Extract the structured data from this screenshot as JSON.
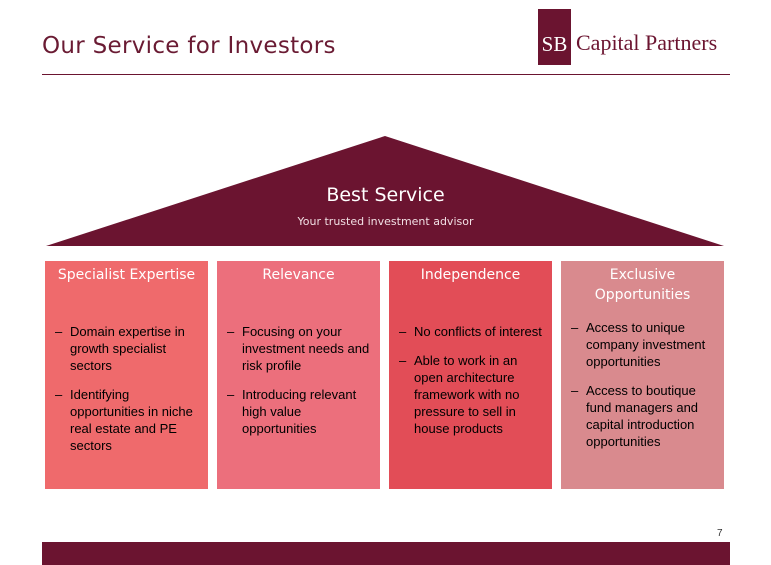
{
  "header": {
    "title": "Our Service for Investors",
    "logo_mark": "SB",
    "logo_text": "Capital Partners"
  },
  "roof": {
    "title": "Best Service",
    "subtitle": "Your trusted investment advisor"
  },
  "pillars": [
    {
      "title": "Specialist Expertise",
      "bullets": [
        "Domain expertise in growth specialist sectors",
        "Identifying opportunities in niche real estate and PE sectors"
      ]
    },
    {
      "title": "Relevance",
      "bullets": [
        "Focusing on your investment needs and risk profile",
        "Introducing relevant high value opportunities"
      ]
    },
    {
      "title": "Independence",
      "bullets": [
        "No conflicts of interest",
        "Able to work in an open architecture framework with no pressure to sell in house products"
      ]
    },
    {
      "title": "Exclusive Opportunities",
      "bullets": [
        "Access to unique company investment opportunities",
        "Access to boutique fund managers and capital introduction opportunities"
      ]
    }
  ],
  "bullet_marker": "–",
  "page_number": "7",
  "colors": {
    "brand": "#6b1430",
    "pillar_1": "#ef6a6c",
    "pillar_2": "#ec6f7c",
    "pillar_3": "#e24d57",
    "pillar_4": "#d98a8e"
  }
}
